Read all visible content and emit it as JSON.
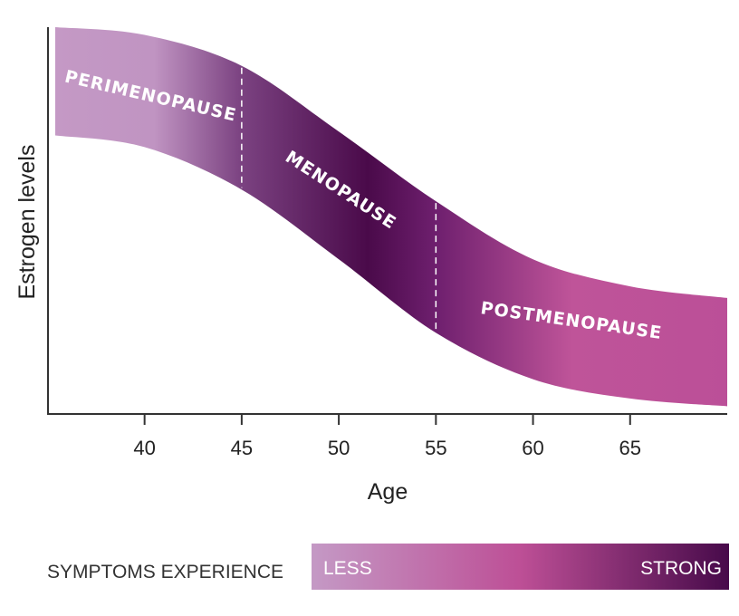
{
  "chart_data": {
    "type": "area",
    "title": "",
    "xlabel": "Age",
    "ylabel": "Estrogen levels",
    "xlim": [
      35.4,
      70
    ],
    "ylim": [
      0,
      100
    ],
    "x_ticks": [
      "40",
      "45",
      "50",
      "55",
      "60",
      "65"
    ],
    "x_tick_values": [
      40,
      45,
      50,
      55,
      60,
      65
    ],
    "series": [
      {
        "name": "upper",
        "x": [
          35.4,
          40,
          45,
          50,
          55,
          60,
          65,
          70
        ],
        "values": [
          100,
          98,
          90,
          73,
          55,
          40,
          33,
          30
        ]
      },
      {
        "name": "lower",
        "x": [
          35.4,
          40,
          45,
          50,
          55,
          60,
          65,
          70
        ],
        "values": [
          72,
          69,
          58,
          40,
          21,
          9,
          4,
          2
        ]
      }
    ],
    "phases": [
      {
        "label": "PERIMENOPAUSE",
        "from": 35.4,
        "to": 45
      },
      {
        "label": "MENOPAUSE",
        "from": 45,
        "to": 55
      },
      {
        "label": "POSTMENOPAUSE",
        "from": 55,
        "to": 70
      }
    ],
    "phase_boundaries": [
      45,
      55
    ],
    "band_gradient": [
      {
        "age": 35.4,
        "color": "#c499c5"
      },
      {
        "age": 40.5,
        "color": "#c094c2"
      },
      {
        "age": 45,
        "color": "#7b4281"
      },
      {
        "age": 51.5,
        "color": "#4a0a4a"
      },
      {
        "age": 55,
        "color": "#6e1f6e"
      },
      {
        "age": 62,
        "color": "#bf5499"
      },
      {
        "age": 70,
        "color": "#bb4f98"
      }
    ]
  },
  "legend": {
    "title": "SYMPTOMS EXPERIENCE",
    "low_label": "LESS",
    "high_label": "STRONG",
    "colors": [
      "#c499c5",
      "#bd4f96",
      "#470a4a"
    ]
  }
}
